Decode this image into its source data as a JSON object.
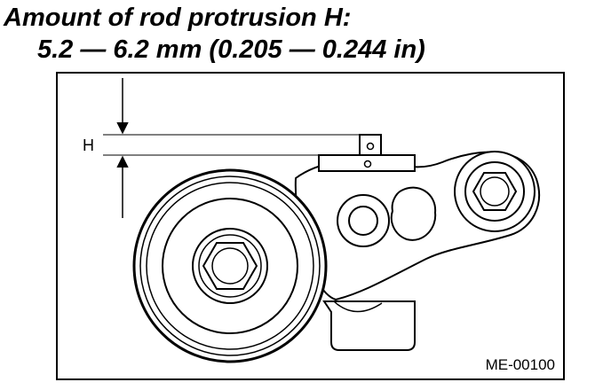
{
  "heading": {
    "title": "Amount of rod protrusion H:",
    "spec": "5.2 — 6.2 mm (0.205 — 0.244 in)"
  },
  "diagram": {
    "dimension_label": "H",
    "figure_code": "ME-00100"
  },
  "colors": {
    "ink": "#000000",
    "paper": "#ffffff"
  }
}
